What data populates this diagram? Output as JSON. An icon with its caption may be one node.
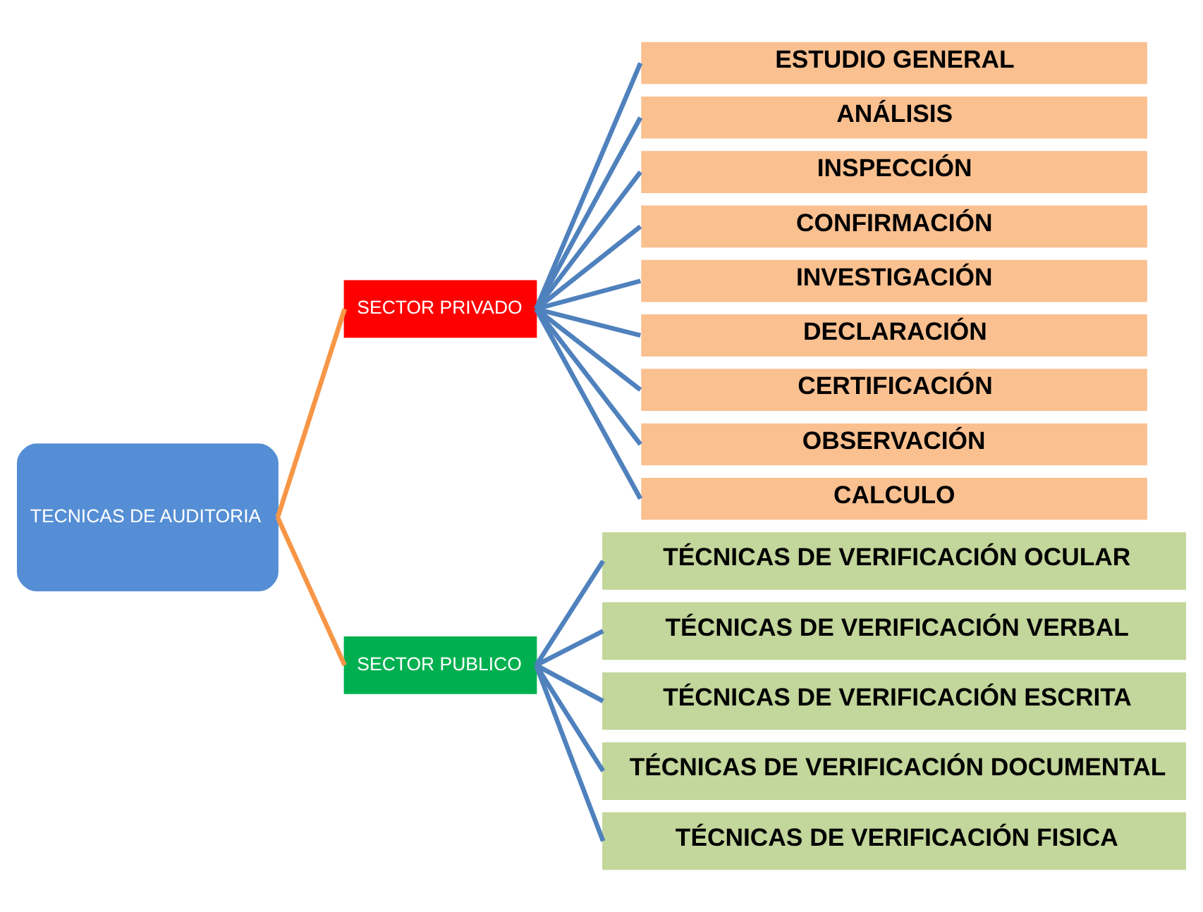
{
  "diagram": {
    "nodes": [
      {
        "text": [
          "TECNICAS DE AUDITORIA"
        ]
      },
      {
        "text": [
          "SECTOR PRIVADO"
        ]
      },
      {
        "text": [
          "SECTOR PUBLICO"
        ]
      },
      {
        "text": [
          "ESTUDIO GENERAL"
        ]
      },
      {
        "text": [
          "ANÁLISIS"
        ]
      },
      {
        "text": [
          "INSPECCIÓN"
        ]
      },
      {
        "text": [
          "CONFIRMACIÓN"
        ]
      },
      {
        "text": [
          "INVESTIGACIÓN"
        ]
      },
      {
        "text": [
          "DECLARACIÓN"
        ]
      },
      {
        "text": [
          "CERTIFICACIÓN"
        ]
      },
      {
        "text": [
          "OBSERVACIÓN"
        ]
      },
      {
        "text": [
          "CALCULO"
        ]
      },
      {
        "text": [
          "TÉCNICAS DE VERIFICACIÓN OCULAR"
        ]
      },
      {
        "text": [
          "TÉCNICAS DE VERIFICACIÓN VERBAL"
        ]
      },
      {
        "text": [
          "TÉCNICAS DE VERIFICACIÓN ESCRITA"
        ]
      },
      {
        "text": [
          "TÉCNICAS DE VERIFICACIÓN DOCUMENTAL"
        ]
      },
      {
        "text": [
          "TÉCNICAS DE VERIFICACIÓN FISICA"
        ]
      }
    ],
    "edges": [
      {
        "from": 0,
        "to": 1,
        "arrow": "none",
        "color": "#f79646"
      },
      {
        "from": 0,
        "to": 2,
        "arrow": "none",
        "color": "#f79646"
      },
      {
        "from": 1,
        "to": 3,
        "arrow": "none"
      },
      {
        "from": 1,
        "to": 4,
        "arrow": "none"
      },
      {
        "from": 1,
        "to": 5,
        "arrow": "none"
      },
      {
        "from": 1,
        "to": 6,
        "arrow": "none"
      },
      {
        "from": 1,
        "to": 7,
        "arrow": "none"
      },
      {
        "from": 1,
        "to": 8,
        "arrow": "none"
      },
      {
        "from": 1,
        "to": 9,
        "arrow": "none"
      },
      {
        "from": 1,
        "to": 10,
        "arrow": "none"
      },
      {
        "from": 1,
        "to": 11,
        "arrow": "none"
      },
      {
        "from": 2,
        "to": 12,
        "arrow": "none"
      },
      {
        "from": 2,
        "to": 13,
        "arrow": "none"
      },
      {
        "from": 2,
        "to": 14,
        "arrow": "none"
      },
      {
        "from": 2,
        "to": 15,
        "arrow": "none"
      },
      {
        "from": 2,
        "to": 16,
        "arrow": "none"
      }
    ]
  }
}
